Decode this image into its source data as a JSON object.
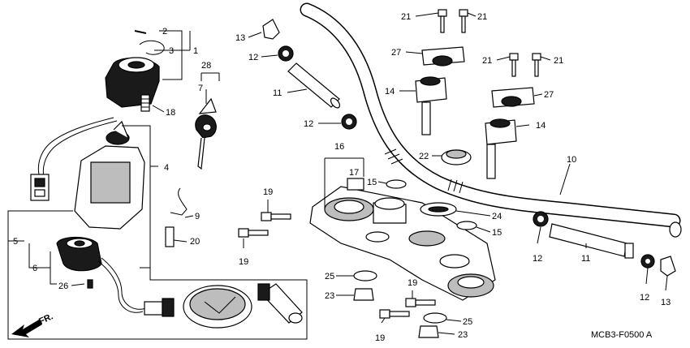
{
  "diagram": {
    "code": "MCB3-F0500 A",
    "front_marker": "FR.",
    "labels": {
      "c1": "1",
      "c2": "2",
      "c3": "3",
      "c4": "4",
      "c5": "5",
      "c6": "6",
      "c7": "7",
      "c9": "9",
      "c10": "10",
      "c11a": "11",
      "c11b": "11",
      "c12a": "12",
      "c12b": "12",
      "c12c": "12",
      "c13a": "13",
      "c13b": "13",
      "c14a": "14",
      "c14b": "14",
      "c15a": "15",
      "c15b": "15",
      "c16": "16",
      "c17": "17",
      "c18": "18",
      "c19a": "19",
      "c19b": "19",
      "c19c": "19",
      "c19d": "19",
      "c20": "20",
      "c21a": "21",
      "c21b": "21",
      "c21c": "21",
      "c21d": "21",
      "c22": "22",
      "c23a": "23",
      "c23b": "23",
      "c24": "24",
      "c25a": "25",
      "c25b": "25",
      "c26": "26",
      "c27a": "27",
      "c27b": "27",
      "c28": "28"
    }
  }
}
